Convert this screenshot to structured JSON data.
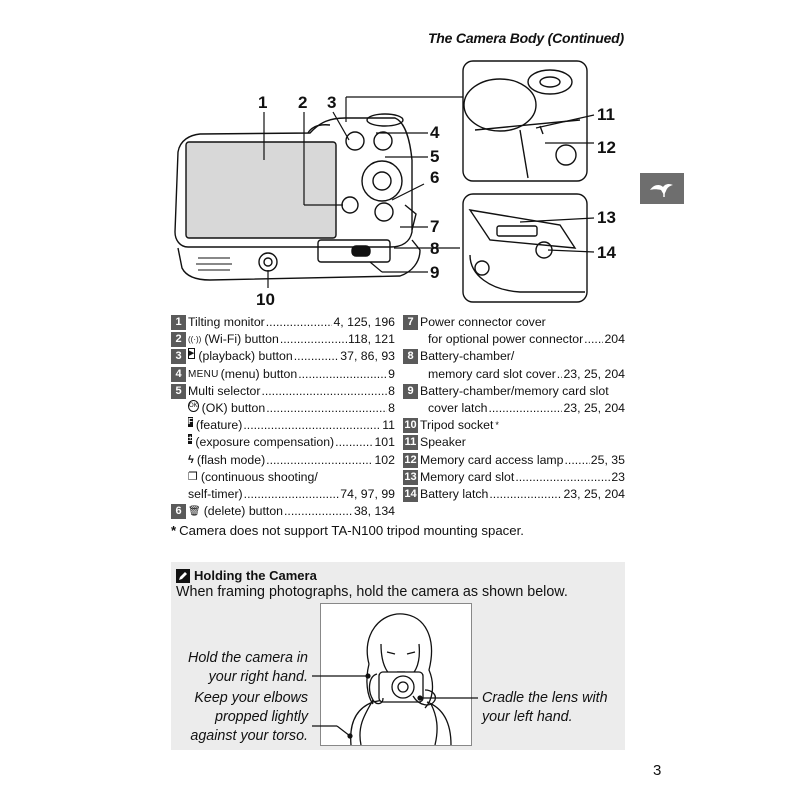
{
  "header": {
    "title": "The Camera Body (Continued)"
  },
  "side_tab": {
    "icon": "intro-bird-icon",
    "color": "#6e6e6e"
  },
  "callouts": [
    "1",
    "2",
    "3",
    "4",
    "5",
    "6",
    "7",
    "8",
    "9",
    "10",
    "11",
    "12",
    "13",
    "14"
  ],
  "parts_left": [
    {
      "num": "1",
      "glyph": "",
      "label": "Tilting monitor",
      "pages": "4, 125, 196"
    },
    {
      "num": "2",
      "glyph": "((·))",
      "label": "(Wi-Fi) button",
      "pages": "118, 121"
    },
    {
      "num": "3",
      "glyph": "▶",
      "label": "(playback) button",
      "pages": "37, 86, 93"
    },
    {
      "num": "4",
      "glyph": "MENU",
      "label": "(menu) button",
      "pages": "9"
    },
    {
      "num": "5",
      "glyph": "",
      "label": "Multi selector",
      "pages": "8"
    },
    {
      "num": "",
      "glyph": "OK",
      "label": "(OK) button",
      "pages": "8"
    },
    {
      "num": "",
      "glyph": "F",
      "label": "(feature)",
      "pages": "11"
    },
    {
      "num": "",
      "glyph": "±",
      "label": "(exposure compensation)",
      "pages": "101"
    },
    {
      "num": "",
      "glyph": "ϟ",
      "label": "(flash mode)",
      "pages": "102"
    },
    {
      "num": "",
      "glyph": "❐",
      "label": "(continuous shooting/",
      "pages": ""
    },
    {
      "num": "",
      "glyph": "",
      "label": "self-timer)",
      "pages": "74, 97, 99",
      "cont": true
    },
    {
      "num": "6",
      "glyph": "🗑",
      "label": "(delete) button",
      "pages": "38, 134"
    }
  ],
  "parts_right": [
    {
      "num": "7",
      "label": "Power connector cover",
      "pages": ""
    },
    {
      "num": "",
      "label": "for optional power connector",
      "pages": "204",
      "cont": true
    },
    {
      "num": "8",
      "label": "Battery-chamber/",
      "pages": ""
    },
    {
      "num": "",
      "label": "memory card slot cover",
      "pages": "23, 25, 204",
      "cont": true
    },
    {
      "num": "9",
      "label": "Battery-chamber/memory card slot",
      "pages": ""
    },
    {
      "num": "",
      "label": "cover latch",
      "pages": "23, 25, 204",
      "cont": true
    },
    {
      "num": "10",
      "label": "Tripod socket",
      "pages": "",
      "sup": "*"
    },
    {
      "num": "11",
      "label": "Speaker",
      "pages": ""
    },
    {
      "num": "12",
      "label": "Memory card access lamp",
      "pages": "25, 35"
    },
    {
      "num": "13",
      "label": "Memory card slot",
      "pages": "23"
    },
    {
      "num": "14",
      "label": "Battery latch",
      "pages": "23, 25, 204"
    }
  ],
  "footnote": {
    "mark": "*",
    "text": "Camera does not support TA-N100 tripod mounting spacer."
  },
  "holding": {
    "title": "Holding the Camera",
    "text": "When framing photographs, hold the camera as shown below.",
    "caption_right_hand": [
      "Hold the camera in",
      "your right hand."
    ],
    "caption_elbows": [
      "Keep your elbows",
      "propped lightly",
      "against your torso."
    ],
    "caption_left_hand": [
      "Cradle the lens with",
      "your left hand."
    ]
  },
  "page_number": "3"
}
